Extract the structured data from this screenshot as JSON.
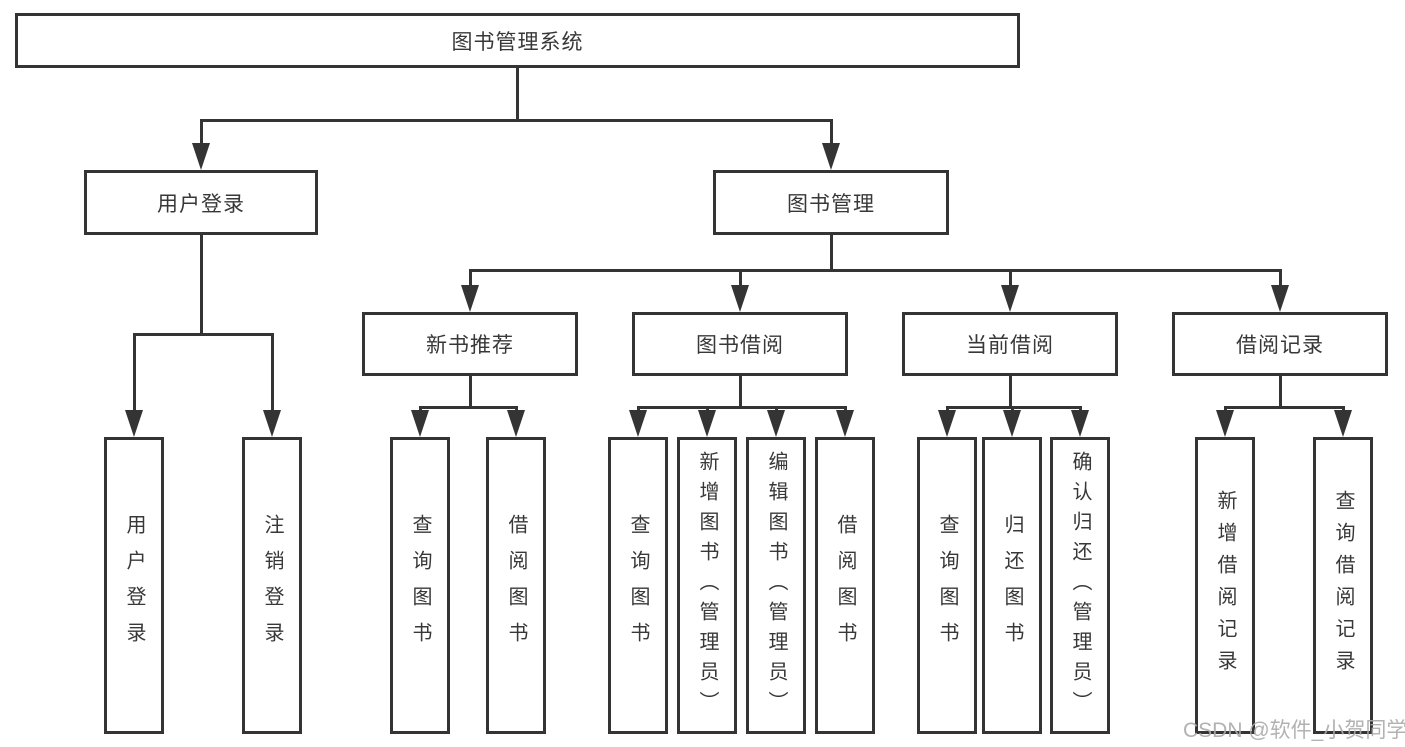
{
  "nodes": {
    "root": {
      "label": "图书管理系统"
    },
    "user_login": {
      "label": "用户登录"
    },
    "book_management": {
      "label": "图书管理"
    },
    "new_book_recommend": {
      "label": "新书推荐"
    },
    "book_borrowing": {
      "label": "图书借阅"
    },
    "current_borrowing": {
      "label": "当前借阅"
    },
    "borrowing_records": {
      "label": "借阅记录"
    },
    "user_login_leaf": {
      "label": "用户登录"
    },
    "logout_leaf": {
      "label": "注销登录"
    },
    "query_books_recommend": {
      "label": "查询图书"
    },
    "borrow_books_recommend": {
      "label": "借阅图书"
    },
    "query_books_borrowing": {
      "label": "查询图书"
    },
    "add_books_admin": {
      "label": "新增图书（管理员）"
    },
    "edit_books_admin": {
      "label": "编辑图书（管理员）"
    },
    "borrow_books_borrowing": {
      "label": "借阅图书"
    },
    "query_books_current": {
      "label": "查询图书"
    },
    "return_books": {
      "label": "归还图书"
    },
    "confirm_return_admin": {
      "label": "确认归还（管理员）"
    },
    "add_borrow_record": {
      "label": "新增借阅记录"
    },
    "query_borrow_record": {
      "label": "查询借阅记录"
    }
  },
  "hierarchy": {
    "图书管理系统": [
      "用户登录",
      "图书管理"
    ],
    "用户登录": [
      "用户登录",
      "注销登录"
    ],
    "图书管理": [
      "新书推荐",
      "图书借阅",
      "当前借阅",
      "借阅记录"
    ],
    "新书推荐": [
      "查询图书",
      "借阅图书"
    ],
    "图书借阅": [
      "查询图书",
      "新增图书（管理员）",
      "编辑图书（管理员）",
      "借阅图书"
    ],
    "当前借阅": [
      "查询图书",
      "归还图书",
      "确认归还（管理员）"
    ],
    "借阅记录": [
      "新增借阅记录",
      "查询借阅记录"
    ]
  },
  "watermark": {
    "text": "CSDN @软件_小贺同学"
  },
  "colors": {
    "line": "#343434",
    "box_border": "#343434",
    "text": "#383838",
    "background": "#ffffff",
    "watermark": "#aaaaaa"
  }
}
